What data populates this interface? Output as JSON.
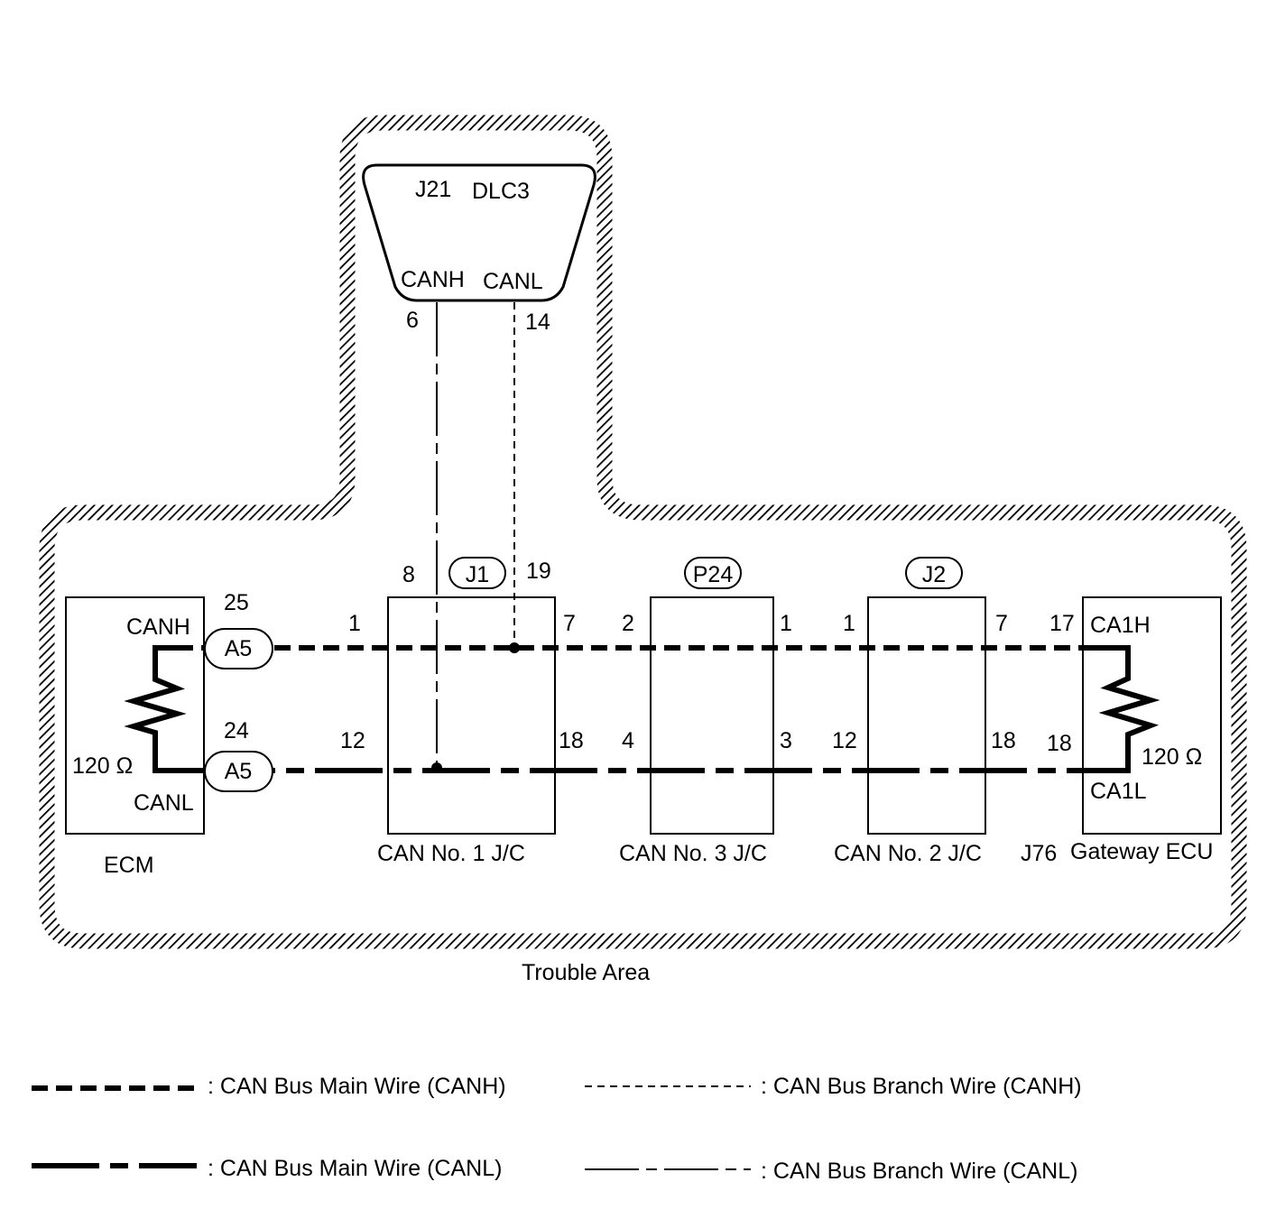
{
  "dlc3": {
    "id": "J21",
    "name": "DLC3",
    "canh": "CANH",
    "canl": "CANL",
    "pin_canh": "6",
    "pin_canl": "14"
  },
  "ecm": {
    "name": "ECM",
    "canh": "CANH",
    "canl": "CANL",
    "resistor": "120 Ω",
    "pin_canh": "25",
    "pin_canl": "24",
    "connector_canh": "A5",
    "connector_canl": "A5"
  },
  "jc1": {
    "name": "CAN No. 1 J/C",
    "id": "J1",
    "pin_in_h": "1",
    "pin_in_l": "12",
    "pin_out_h": "7",
    "pin_out_l": "18",
    "pin_branch_l": "8",
    "pin_branch_h": "19"
  },
  "jc3": {
    "name": "CAN No. 3 J/C",
    "id": "P24",
    "pin_in_h": "2",
    "pin_in_l": "4",
    "pin_out_h": "1",
    "pin_out_l": "3"
  },
  "jc2": {
    "name": "CAN No. 2 J/C",
    "id": "J2",
    "pin_in_h": "1",
    "pin_in_l": "12",
    "pin_out_h": "7",
    "pin_out_l": "18"
  },
  "gateway": {
    "id": "J76",
    "name": "Gateway ECU",
    "canh": "CA1H",
    "canl": "CA1L",
    "resistor": "120 Ω",
    "pin_canh": "17",
    "pin_canl": "18"
  },
  "trouble_area": "Trouble Area",
  "legend": {
    "main_canh": ": CAN Bus Main Wire (CANH)",
    "branch_canh": ": CAN Bus Branch Wire (CANH)",
    "main_canl": ": CAN Bus Main Wire (CANL)",
    "branch_canl": ": CAN Bus Branch Wire (CANL)"
  }
}
